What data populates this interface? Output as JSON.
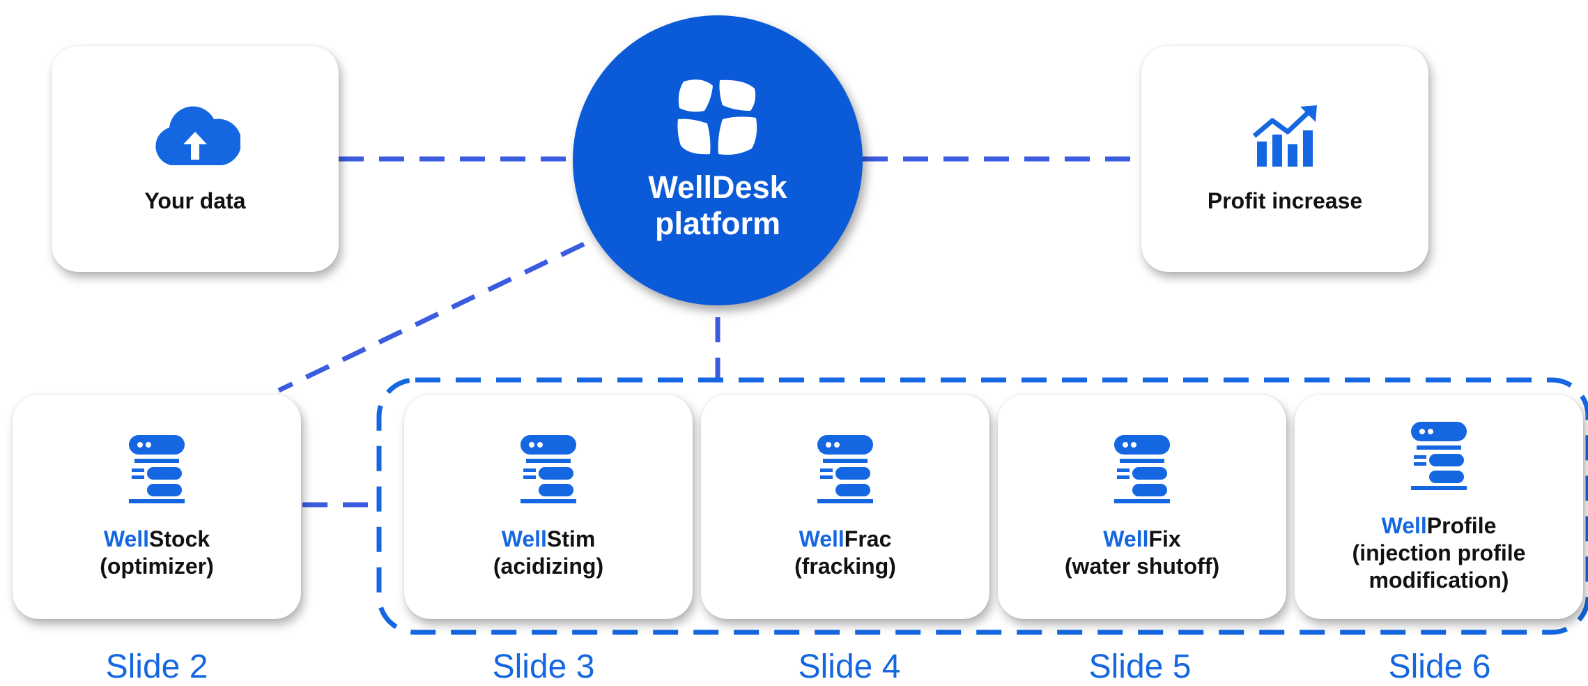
{
  "hub": {
    "line1": "WellDesk",
    "line2": "platform",
    "icon": "welldesk-logo-icon"
  },
  "source": {
    "label": "Your data",
    "icon": "cloud-upload-icon"
  },
  "outcome": {
    "label": "Profit increase",
    "icon": "growth-chart-icon"
  },
  "modules": [
    {
      "prefix": "Well",
      "name": "Stock",
      "lines": [
        "(optimizer)"
      ],
      "slide": "Slide 2",
      "icon": "server-icon"
    },
    {
      "prefix": "Well",
      "name": "Stim",
      "lines": [
        "(acidizing)"
      ],
      "slide": "Slide 3",
      "icon": "server-icon"
    },
    {
      "prefix": "Well",
      "name": "Frac",
      "lines": [
        "(fracking)"
      ],
      "slide": "Slide 4",
      "icon": "server-icon"
    },
    {
      "prefix": "Well",
      "name": "Fix",
      "lines": [
        "(water shutoff)"
      ],
      "slide": "Slide 5",
      "icon": "server-icon"
    },
    {
      "prefix": "Well",
      "name": "Profile",
      "lines": [
        "(injection profile",
        "modification)"
      ],
      "slide": "Slide 6",
      "icon": "server-icon"
    }
  ],
  "colors": {
    "accent": "#1467e0",
    "hub": "#0b5bd8",
    "connector": "#3b5be0"
  }
}
